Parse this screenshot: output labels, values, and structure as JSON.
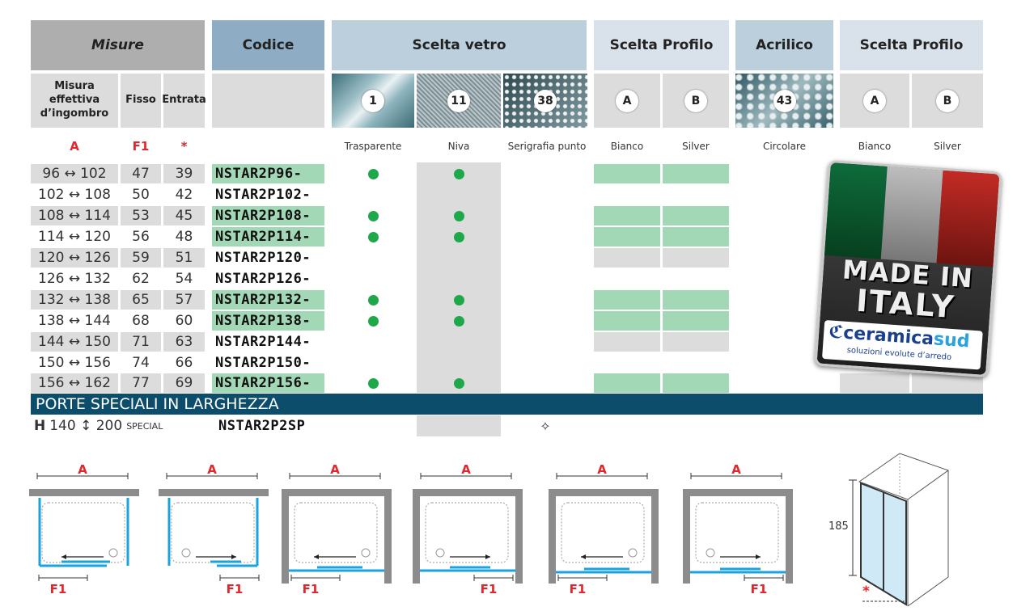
{
  "colors": {
    "gray_header": "#aeaeae",
    "blue_header": "#8eadc4",
    "light_blue_header": "#bccfdd",
    "pale_blue": "#d9e2ea",
    "green": "#a3d8b7",
    "gray_row": "#dcdcdc",
    "band": "#0d4d6c",
    "dot": "#1fa84a",
    "red": "#e3262b",
    "profile_blue": "#1aa3dc"
  },
  "headers": {
    "misure": "Misure",
    "codice": "Codice",
    "scelta_vetro": "Scelta vetro",
    "scelta_profilo_1": "Scelta Profilo",
    "acrilico": "Acrilico",
    "scelta_profilo_2": "Scelta Profilo"
  },
  "subheaders": {
    "misura": "Misura effettiva d’ingombro",
    "fisso": "Fisso",
    "entrata": "Entrata"
  },
  "options": {
    "v1": "1",
    "v11": "11",
    "v38": "38",
    "pA": "A",
    "pB": "B",
    "ac43": "43",
    "pA2": "A",
    "pB2": "B"
  },
  "option_labels": {
    "trasparente": "Trasparente",
    "niva": "Niva",
    "serigrafia": "Serigrafia punto",
    "bianco": "Bianco",
    "silver": "Silver",
    "circolare": "Circolare",
    "bianco2": "Bianco",
    "silver2": "Silver"
  },
  "legend": {
    "a": "A",
    "f1": "F1",
    "star": "*"
  },
  "rows": [
    {
      "misura": "96 ↔ 102",
      "fisso": "47",
      "entrata": "39",
      "code": "NSTAR2P96-",
      "avail": true
    },
    {
      "misura": "102 ↔ 108",
      "fisso": "50",
      "entrata": "42",
      "code": "NSTAR2P102-",
      "avail": false
    },
    {
      "misura": "108 ↔ 114",
      "fisso": "53",
      "entrata": "45",
      "code": "NSTAR2P108-",
      "avail": true
    },
    {
      "misura": "114 ↔ 120",
      "fisso": "56",
      "entrata": "48",
      "code": "NSTAR2P114-",
      "avail": true
    },
    {
      "misura": "120 ↔ 126",
      "fisso": "59",
      "entrata": "51",
      "code": "NSTAR2P120-",
      "avail": false
    },
    {
      "misura": "126 ↔ 132",
      "fisso": "62",
      "entrata": "54",
      "code": "NSTAR2P126-",
      "avail": false
    },
    {
      "misura": "132 ↔ 138",
      "fisso": "65",
      "entrata": "57",
      "code": "NSTAR2P132-",
      "avail": true
    },
    {
      "misura": "138 ↔ 144",
      "fisso": "68",
      "entrata": "60",
      "code": "NSTAR2P138-",
      "avail": true
    },
    {
      "misura": "144 ↔ 150",
      "fisso": "71",
      "entrata": "63",
      "code": "NSTAR2P144-",
      "avail": false
    },
    {
      "misura": "150 ↔ 156",
      "fisso": "74",
      "entrata": "66",
      "code": "NSTAR2P150-",
      "avail": false
    },
    {
      "misura": "156 ↔ 162",
      "fisso": "77",
      "entrata": "69",
      "code": "NSTAR2P156-",
      "avail": true
    }
  ],
  "band_title": "PORTE SPECIALI IN LARGHEZZA",
  "special": {
    "h": "H",
    "range": "140 ↕ 200",
    "tag": "SPECIAL",
    "code": "NSTAR2P2SP",
    "mark": "✧"
  },
  "badge": {
    "line1": "MADE IN",
    "line2": "ITALY",
    "brand_a": "ceramica",
    "brand_b": "sud",
    "slogan": "soluzioni evolute d’arredo"
  },
  "diagrams": {
    "a": "A",
    "f1": "F1",
    "height": "185",
    "star": "*"
  }
}
